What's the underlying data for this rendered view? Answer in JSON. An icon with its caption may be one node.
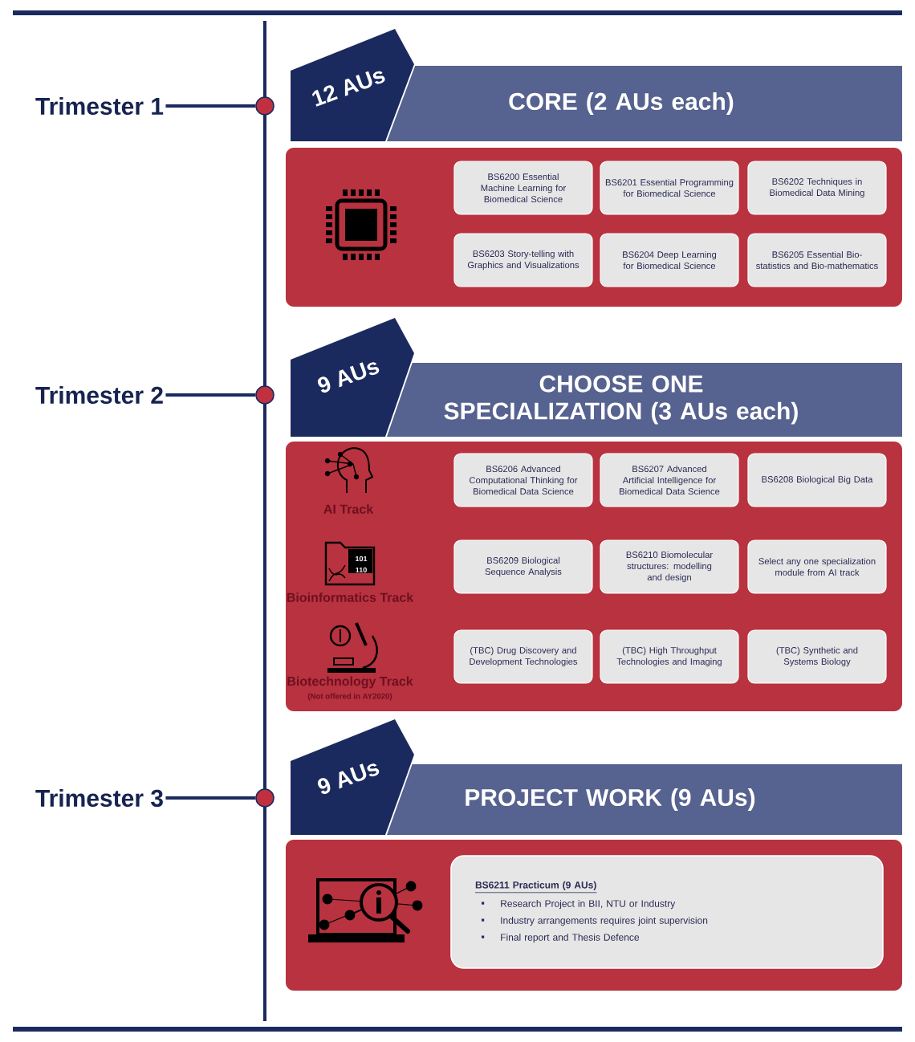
{
  "diagram": {
    "nodes": [
      {
        "text": [
          "Trimester 1"
        ]
      },
      {
        "text": [],
        "shape": "circle"
      },
      {
        "text": [
          "Trimester 2"
        ]
      },
      {
        "text": [],
        "shape": "circle"
      },
      {
        "text": [
          "Trimester 3"
        ]
      },
      {
        "text": [],
        "shape": "circle"
      },
      {
        "text": [
          "12 AUs"
        ]
      },
      {
        "text": [
          "CORE (2 AUs each)"
        ]
      },
      {
        "text": [],
        "shape": "box"
      },
      {
        "text": [
          "BS6200 Essential Machine Learning for Biomedical Science"
        ],
        "in": 8
      },
      {
        "text": [
          "BS6201 Essential Programming for Biomedical Science"
        ],
        "in": 8
      },
      {
        "text": [
          "BS6202 Techniques in Biomedical Data Mining"
        ],
        "in": 8
      },
      {
        "text": [
          "BS6203 Story-telling with Graphics and Visualizations"
        ],
        "in": 8
      },
      {
        "text": [
          "BS6204 Deep Learning for Biomedical Science"
        ],
        "in": 8
      },
      {
        "text": [
          "BS6205 Essential Bio-statistics and Bio-mathematics"
        ],
        "in": 8
      },
      {
        "text": [
          "9 AUs"
        ]
      },
      {
        "text": [
          "CHOOSE ONE SPECIALIZATION (3 AUs each)"
        ]
      },
      {
        "text": [],
        "shape": "box"
      },
      {
        "text": [
          "BS6206 Advanced Computational Thinking for Biomedical Data Science"
        ],
        "in": 17
      },
      {
        "text": [
          "BS6207 Advanced Artificial Intelligence for Biomedical Data Science"
        ],
        "in": 17
      },
      {
        "text": [
          "BS6208 Biological Big Data"
        ],
        "in": 17
      },
      {
        "text": [
          "BS6209 Biological Sequence Analysis"
        ],
        "in": 17
      },
      {
        "text": [
          "BS6210 Biomolecular structures: modelling and design"
        ],
        "in": 17
      },
      {
        "text": [
          "Select any one specialization module from AI track"
        ],
        "in": 17
      },
      {
        "text": [
          "(TBC) Drug Discovery and Development Technologies"
        ],
        "in": 17
      },
      {
        "text": [
          "(TBC) High Throughput Technologies and Imaging"
        ],
        "in": 17
      },
      {
        "text": [
          "(TBC) Synthetic and Systems Biology"
        ],
        "in": 17
      },
      {
        "text": [
          "9 AUs"
        ]
      },
      {
        "text": [
          "PROJECT WORK (9 AUs)"
        ]
      },
      {
        "text": [],
        "shape": "box"
      },
      {
        "text": [
          "BS6211 Practicum (9 AUs)",
          "Research Project in BII, NTU or Industry",
          "Industry arrangements requires joint supervision",
          "Final report and Thesis Defence"
        ],
        "in": 29
      }
    ],
    "edges": [
      {
        "from": 0,
        "to": 1,
        "arrow": "none"
      },
      {
        "from": 2,
        "to": 3,
        "arrow": "none"
      },
      {
        "from": 4,
        "to": 5,
        "arrow": "none"
      }
    ],
    "labels": [
      "AI Track",
      "101",
      "110",
      "Bioinformatics Track",
      "Biotechnology Track",
      "(Not offered in AY2020)"
    ]
  }
}
